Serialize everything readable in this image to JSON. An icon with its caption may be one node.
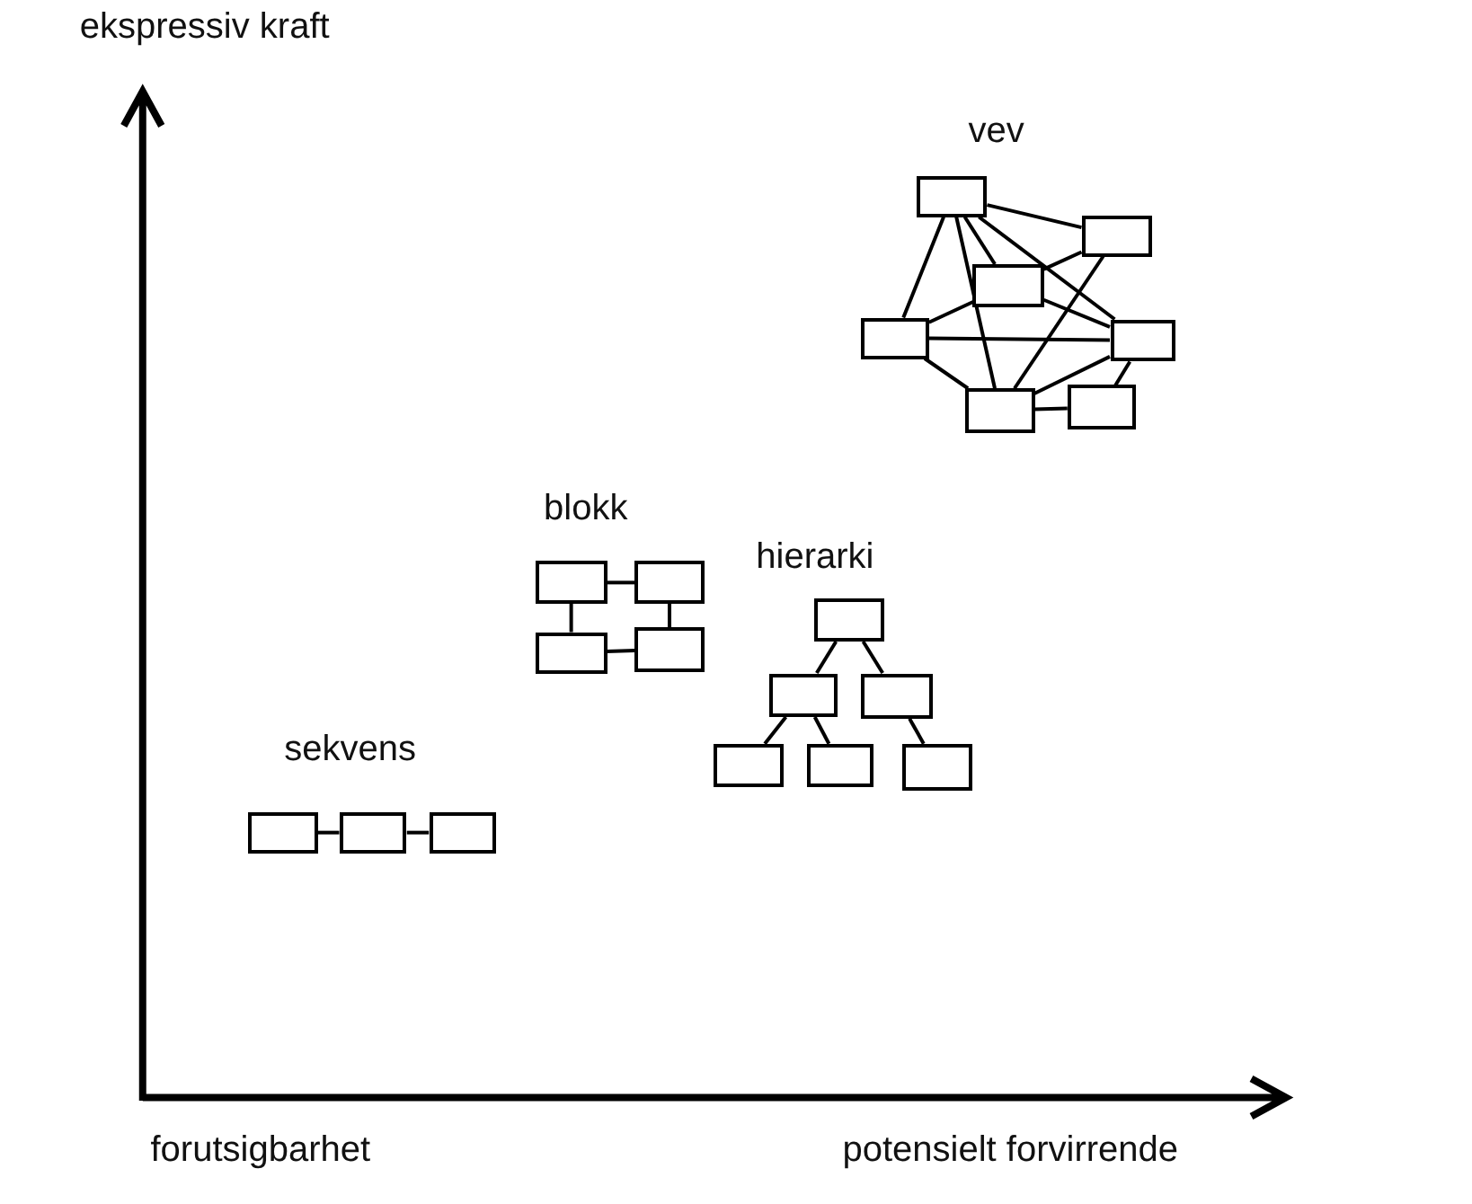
{
  "diagram": {
    "nodes": [
      {
        "text": [],
        "shape": "box"
      },
      {
        "text": [],
        "shape": "box"
      },
      {
        "text": [],
        "shape": "box"
      },
      {
        "text": [],
        "shape": "box"
      },
      {
        "text": [],
        "shape": "box"
      },
      {
        "text": [],
        "shape": "box"
      },
      {
        "text": [],
        "shape": "box"
      },
      {
        "text": [],
        "shape": "box"
      },
      {
        "text": [],
        "shape": "box"
      },
      {
        "text": [],
        "shape": "box"
      },
      {
        "text": [],
        "shape": "box"
      },
      {
        "text": [],
        "shape": "box"
      },
      {
        "text": [],
        "shape": "box"
      },
      {
        "text": [],
        "shape": "box"
      },
      {
        "text": [],
        "shape": "box"
      },
      {
        "text": [],
        "shape": "box"
      },
      {
        "text": [],
        "shape": "box"
      },
      {
        "text": [],
        "shape": "box"
      },
      {
        "text": [],
        "shape": "box"
      },
      {
        "text": [],
        "shape": "box"
      }
    ],
    "edges": [
      {
        "from": 0,
        "to": 1,
        "arrow": "none"
      },
      {
        "from": 0,
        "to": 2,
        "arrow": "none"
      },
      {
        "from": 0,
        "to": 3,
        "arrow": "none"
      },
      {
        "from": 0,
        "to": 4,
        "arrow": "none"
      },
      {
        "from": 0,
        "to": 5,
        "arrow": "none"
      },
      {
        "from": 1,
        "to": 2,
        "arrow": "none"
      },
      {
        "from": 1,
        "to": 5,
        "arrow": "none"
      },
      {
        "from": 2,
        "to": 3,
        "arrow": "none"
      },
      {
        "from": 2,
        "to": 4,
        "arrow": "none"
      },
      {
        "from": 3,
        "to": 4,
        "arrow": "none"
      },
      {
        "from": 3,
        "to": 5,
        "arrow": "none"
      },
      {
        "from": 5,
        "to": 4,
        "arrow": "none"
      },
      {
        "from": 5,
        "to": 6,
        "arrow": "none"
      },
      {
        "from": 4,
        "to": 6,
        "arrow": "none"
      },
      {
        "from": 7,
        "to": 8,
        "arrow": "none"
      },
      {
        "from": 7,
        "to": 9,
        "arrow": "none"
      },
      {
        "from": 8,
        "to": 10,
        "arrow": "none"
      },
      {
        "from": 9,
        "to": 10,
        "arrow": "none"
      },
      {
        "from": 11,
        "to": 12,
        "arrow": "none"
      },
      {
        "from": 11,
        "to": 13,
        "arrow": "none"
      },
      {
        "from": 12,
        "to": 14,
        "arrow": "none"
      },
      {
        "from": 12,
        "to": 15,
        "arrow": "none"
      },
      {
        "from": 13,
        "to": 16,
        "arrow": "none"
      },
      {
        "from": 17,
        "to": 18,
        "arrow": "none"
      },
      {
        "from": 18,
        "to": 19,
        "arrow": "none"
      }
    ],
    "labels": [
      "ekspressiv kraft",
      "vev",
      "blokk",
      "hierarki",
      "sekvens",
      "forutsigbarhet",
      "potensielt forvirrende"
    ]
  }
}
